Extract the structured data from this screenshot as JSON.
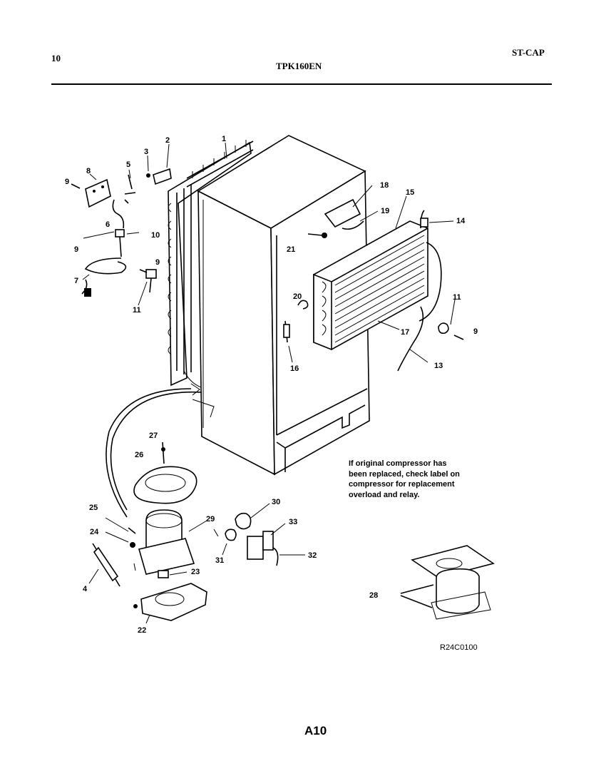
{
  "header": {
    "page_number": "10",
    "model": "TPK160EN",
    "section_code": "ST-CAP"
  },
  "callouts": [
    {
      "id": "c1",
      "label": "1"
    },
    {
      "id": "c2",
      "label": "2"
    },
    {
      "id": "c3",
      "label": "3"
    },
    {
      "id": "c4",
      "label": "4"
    },
    {
      "id": "c5",
      "label": "5"
    },
    {
      "id": "c6",
      "label": "6"
    },
    {
      "id": "c7",
      "label": "7"
    },
    {
      "id": "c8",
      "label": "8"
    },
    {
      "id": "c9a",
      "label": "9"
    },
    {
      "id": "c9b",
      "label": "9"
    },
    {
      "id": "c9c",
      "label": "9"
    },
    {
      "id": "c9d",
      "label": "9"
    },
    {
      "id": "c10",
      "label": "10"
    },
    {
      "id": "c11a",
      "label": "11"
    },
    {
      "id": "c11b",
      "label": "11"
    },
    {
      "id": "c13",
      "label": "13"
    },
    {
      "id": "c14",
      "label": "14"
    },
    {
      "id": "c15",
      "label": "15"
    },
    {
      "id": "c16",
      "label": "16"
    },
    {
      "id": "c17",
      "label": "17"
    },
    {
      "id": "c18",
      "label": "18"
    },
    {
      "id": "c19",
      "label": "19"
    },
    {
      "id": "c20",
      "label": "20"
    },
    {
      "id": "c21",
      "label": "21"
    },
    {
      "id": "c22",
      "label": "22"
    },
    {
      "id": "c23",
      "label": "23"
    },
    {
      "id": "c24",
      "label": "24"
    },
    {
      "id": "c25",
      "label": "25"
    },
    {
      "id": "c26",
      "label": "26"
    },
    {
      "id": "c27",
      "label": "27"
    },
    {
      "id": "c28",
      "label": "28"
    },
    {
      "id": "c29",
      "label": "29"
    },
    {
      "id": "c30",
      "label": "30"
    },
    {
      "id": "c31",
      "label": "31"
    },
    {
      "id": "c32",
      "label": "32"
    },
    {
      "id": "c33",
      "label": "33"
    }
  ],
  "note": {
    "lines": [
      "If original compressor has",
      "been replaced, check label on",
      "compressor for replacement",
      "overload and relay."
    ]
  },
  "diagram_code": "R24C0100",
  "footer": {
    "page_label": "A10"
  }
}
